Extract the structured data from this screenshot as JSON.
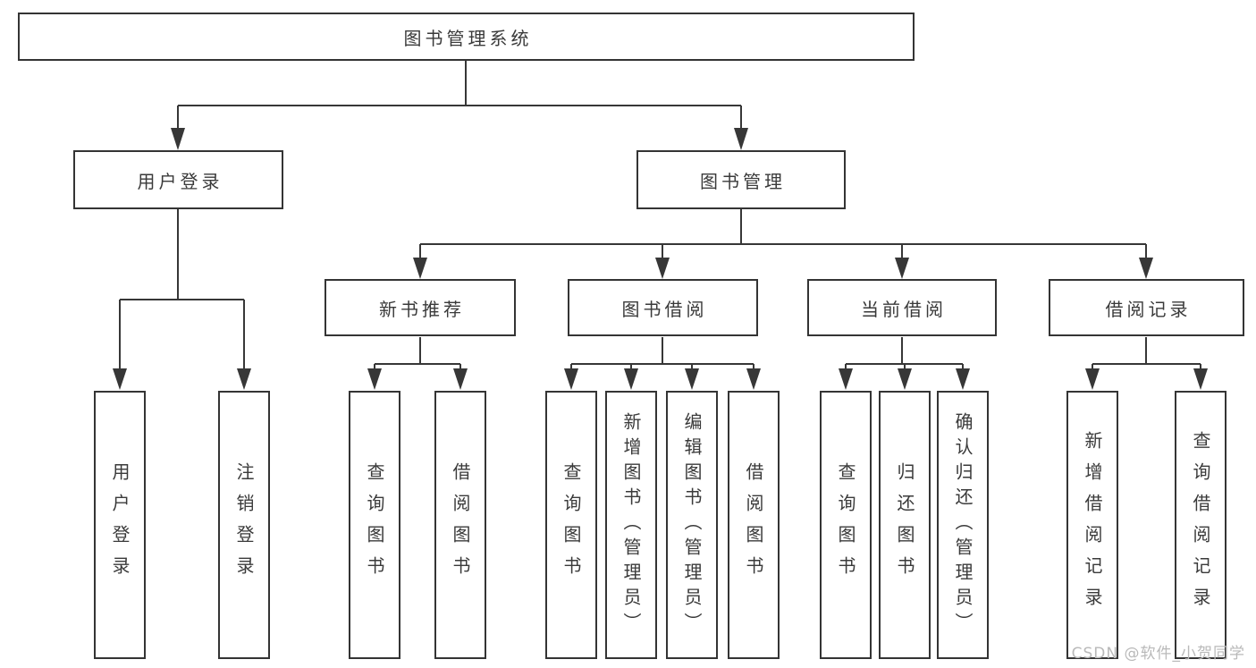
{
  "diagram": {
    "title": "图书管理系统",
    "level2": {
      "user_login": "用户登录",
      "book_mgmt": "图书管理"
    },
    "level3": {
      "new_book_rec": "新书推荐",
      "book_borrow": "图书借阅",
      "current_borrow": "当前借阅",
      "borrow_records": "借阅记录"
    },
    "leaves": {
      "user_login": "用户登录",
      "logout": "注销登录",
      "nb_query_book": "查询图书",
      "nb_borrow_book": "借阅图书",
      "bb_query_book": "查询图书",
      "bb_add_book": "新增图书（管理员）",
      "bb_edit_book": "编辑图书（管理员）",
      "bb_borrow_book": "借阅图书",
      "cb_query_book": "查询图书",
      "cb_return_book": "归还图书",
      "cb_confirm_return": "确认归还（管理员）",
      "rec_add_record": "新增借阅记录",
      "rec_query_record": "查询借阅记录"
    }
  },
  "watermark": "CSDN @软件_小贺同学",
  "colors": {
    "line": "#373737",
    "box_border": "#343434",
    "text": "#3a3a3a",
    "watermark": "#b9b9b9",
    "background": "#ffffff"
  }
}
